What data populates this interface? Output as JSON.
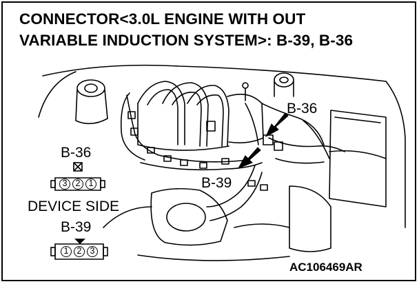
{
  "title": {
    "line1": "CONNECTOR<3.0L ENGINE WITH OUT",
    "line2": "VARIABLE INDUCTION SYSTEM>: B-39, B-36"
  },
  "callouts": {
    "b36": "B-36",
    "b39": "B-39"
  },
  "connector_b36": {
    "label": "B-36",
    "pins": [
      "3",
      "2",
      "1"
    ]
  },
  "device_side_label": "DEVICE SIDE",
  "connector_b39": {
    "label": "B-39",
    "pins": [
      "1",
      "2",
      "3"
    ]
  },
  "figure_code": "AC106469AR"
}
